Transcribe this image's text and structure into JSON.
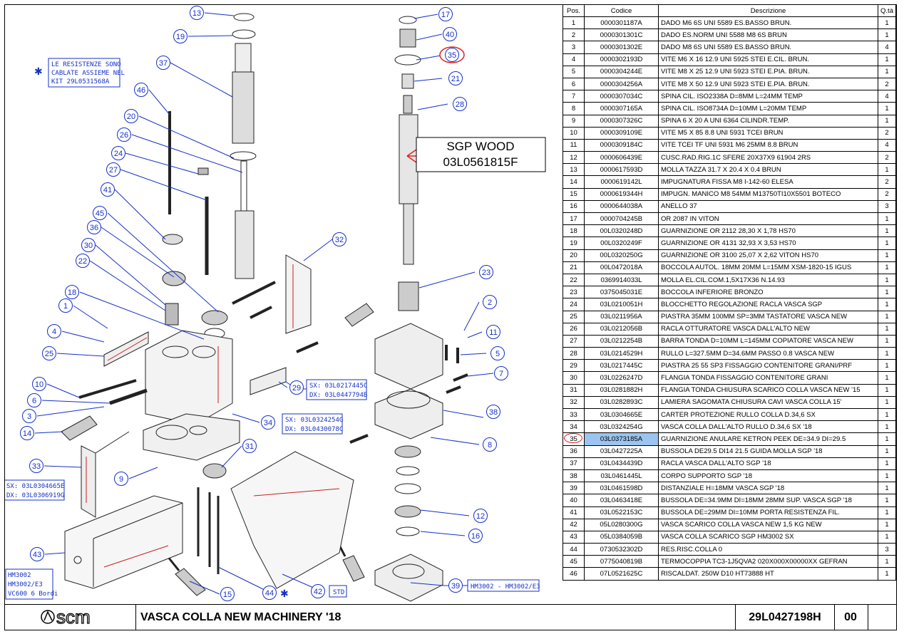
{
  "drawing": {
    "note": [
      "LE RESISTENZE SONO",
      "CABLATE ASSIEME NEL",
      "KIT 29L0531568A"
    ],
    "note_marker": "✱",
    "sgp_label": [
      "SGP WOOD",
      "03L0561815F"
    ],
    "callouts": {
      "c29": [
        "SX: 03L0217445C",
        "DX: 03L0447794B"
      ],
      "c34": [
        "SX: 03L0324254G",
        "DX: 03L0430078C"
      ],
      "c33": [
        "SX: 03L0304665E",
        "DX: 03L0306919G"
      ],
      "c43": [
        "HM3002",
        "HM3002/E3",
        "VC600 6 Bordi"
      ],
      "c42": "STD",
      "c39": "HM3002 - HM3002/E3"
    },
    "bubbles": [
      "13",
      "19",
      "37",
      "46",
      "20",
      "26",
      "24",
      "27",
      "41",
      "45",
      "36",
      "30",
      "22",
      "18",
      "1",
      "4",
      "25",
      "10",
      "6",
      "3",
      "14",
      "33",
      "9",
      "43",
      "15",
      "44",
      "42",
      "31",
      "34",
      "29",
      "32",
      "17",
      "40",
      "35",
      "21",
      "28",
      "23",
      "2",
      "11",
      "5",
      "7",
      "38",
      "8",
      "12",
      "16",
      "39"
    ],
    "highlight_color": "#e0221e",
    "line_color": "#1530c8"
  },
  "table": {
    "headers": [
      "Pos.",
      "Codice",
      "Descrizione",
      "Q.tà"
    ],
    "highlight_pos": "35",
    "rows": [
      [
        "1",
        "0000301187A",
        "DADO M6 6S UNI 5589 ES.BASSO BRUN.",
        "1"
      ],
      [
        "2",
        "0000301301C",
        "DADO ES.NORM UNI 5588 M8 6S BRUN",
        "1"
      ],
      [
        "3",
        "0000301302E",
        "DADO M8 6S UNI 5589 ES.BASSO BRUN.",
        "4"
      ],
      [
        "4",
        "0000302193D",
        "VITE M6 X 16 12.9 UNI 5925 STEI E.CIL. BRUN.",
        "1"
      ],
      [
        "5",
        "0000304244E",
        "VITE M8 X 25 12.9 UNI 5923 STEI E.PIA. BRUN.",
        "1"
      ],
      [
        "6",
        "0000304256A",
        "VITE M8 X 50 12.9 UNI 5923 STEI E.PIA. BRUN.",
        "2"
      ],
      [
        "7",
        "0000307034C",
        "SPINA CIL. ISO2338A D=8MM L=24MM TEMP",
        "4"
      ],
      [
        "8",
        "0000307165A",
        "SPINA CIL. ISO8734A D=10MM L=20MM TEMP",
        "1"
      ],
      [
        "9",
        "0000307326C",
        "SPINA 6 X 20 A UNI 6364 CILINDR.TEMP.",
        "1"
      ],
      [
        "10",
        "0000309109E",
        "VITE M5 X 85 8.8 UNI 5931 TCEI BRUN",
        "2"
      ],
      [
        "11",
        "0000309184C",
        "VITE TCEI TF UNI 5931 M6 25MM 8.8 BRUN",
        "4"
      ],
      [
        "12",
        "0000606439E",
        "CUSC.RAD.RIG.1C SFERE 20X37X9 61904 2RS",
        "2"
      ],
      [
        "13",
        "0000617593D",
        "MOLLA TAZZA 31.7 X 20.4 X 0.4 BRUN",
        "1"
      ],
      [
        "14",
        "0000619142L",
        "IMPUGNATURA FISSA M8 I-142-60 ELESA",
        "2"
      ],
      [
        "15",
        "0000619344H",
        "IMPUGN. MANICO M8 54MM M13750TI10X5501 BOTECO",
        "2"
      ],
      [
        "16",
        "0000644038A",
        "ANELLO 37",
        "3"
      ],
      [
        "17",
        "0000704245B",
        "OR 2087 IN VITON",
        "1"
      ],
      [
        "18",
        "00L0320248D",
        "GUARNIZIONE OR 2112 28,30 X 1,78 HS70",
        "1"
      ],
      [
        "19",
        "00L0320249F",
        "GUARNIZIONE OR 4131 32,93 X 3,53 HS70",
        "1"
      ],
      [
        "20",
        "00L0320250G",
        "GUARNIZIONE OR 3100 25,07 X 2,62 VITON HS70",
        "1"
      ],
      [
        "21",
        "00L0472018A",
        "BOCCOLA AUTOL. 18MM 20MM L=15MM XSM-1820-15 IGUS",
        "1"
      ],
      [
        "22",
        "0369914033L",
        "MOLLA EL.CIL.COM.1,5X17X36 N.14.93",
        "1"
      ],
      [
        "23",
        "0375045031E",
        "BOCCOLA INFERIORE BRONZO",
        "1"
      ],
      [
        "24",
        "03L0210051H",
        "BLOCCHETTO REGOLAZIONE RACLA VASCA SGP",
        "1"
      ],
      [
        "25",
        "03L0211956A",
        "PIASTRA 35MM 100MM SP=3MM TASTATORE VASCA NEW",
        "1"
      ],
      [
        "26",
        "03L0212056B",
        "RACLA OTTURATORE VASCA DALL'ALTO NEW",
        "1"
      ],
      [
        "27",
        "03L0212254B",
        "BARRA TONDA D=10MM L=145MM COPIATORE VASCA NEW",
        "1"
      ],
      [
        "28",
        "03L0214529H",
        "RULLO L=327.5MM D=34.6MM PASSO 0.8 VASCA NEW",
        "1"
      ],
      [
        "29",
        "03L0217445C",
        "PIASTRA 25 55 SP3 FISSAGGIO CONTENITORE GRANI/PRF",
        "1"
      ],
      [
        "30",
        "03L0226247D",
        "FLANGIA TONDA FISSAGGIO CONTENITORE GRANI",
        "1"
      ],
      [
        "31",
        "03L0281882H",
        "FLANGIA TONDA CHIUSURA SCARICO COLLA VASCA NEW '15",
        "1"
      ],
      [
        "32",
        "03L0282893C",
        "LAMIERA SAGOMATA CHIUSURA CAVI VASCA COLLA 15'",
        "1"
      ],
      [
        "33",
        "03L0304665E",
        "CARTER PROTEZIONE RULLO COLLA D.34,6 SX",
        "1"
      ],
      [
        "34",
        "03L0324254G",
        "VASCA COLLA DALL'ALTO RULLO D.34,6 SX '18",
        "1"
      ],
      [
        "35",
        "03L0373185A",
        "GUARNIZIONE ANULARE KETRON PEEK DE=34.9 DI=29.5",
        "1"
      ],
      [
        "36",
        "03L0427225A",
        "BUSSOLA DE29.5 DI14 21.5 GUIDA MOLLA SGP '18",
        "1"
      ],
      [
        "37",
        "03L0434439D",
        "RACLA VASCA DALL'ALTO SGP '18",
        "1"
      ],
      [
        "38",
        "03L0461445L",
        "CORPO SUPPORTO SGP '18",
        "1"
      ],
      [
        "39",
        "03L0461598D",
        "DISTANZIALE H=18MM VASCA SGP '18",
        "1"
      ],
      [
        "40",
        "03L0463418E",
        "BUSSOLA DE=34.9MM DI=18MM 28MM SUP. VASCA SGP '18",
        "1"
      ],
      [
        "41",
        "03L0522153C",
        "BUSSOLA DE=29MM DI=10MM PORTA RESISTENZA FIL.",
        "1"
      ],
      [
        "42",
        "05L0280300G",
        "VASCA SCARICO COLLA VASCA NEW 1,5 KG NEW",
        "1"
      ],
      [
        "43",
        "05L0384059B",
        "VASCA COLLA SCARICO SGP HM3002 SX",
        "1"
      ],
      [
        "44",
        "0730532302D",
        "RES.RISC.COLLA 0",
        "3"
      ],
      [
        "45",
        "0775040819B",
        "TERMOCOPPIA TC3-1J5QVA2 020X000X00000XX GEFRAN",
        "1"
      ],
      [
        "46",
        "07L0521625C",
        "RISCALDAT. 250W D10 HT73888 HT",
        "1"
      ]
    ]
  },
  "titleblock": {
    "logo": "scm",
    "title": "VASCA COLLA NEW MACHINERY '18",
    "doc_number": "29L0427198H",
    "revision": "00"
  }
}
